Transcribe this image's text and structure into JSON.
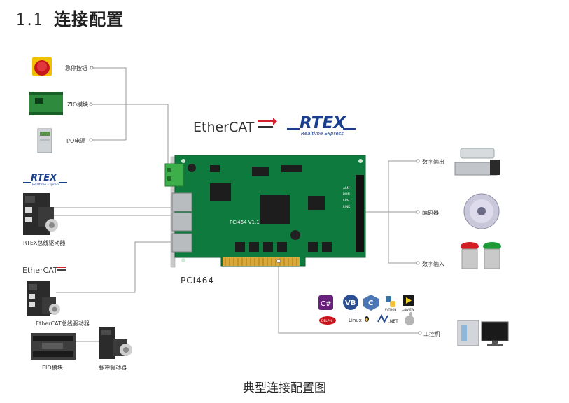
{
  "heading": {
    "number": "1.1",
    "title": "连接配置"
  },
  "caption": "典型连接配置图",
  "card": {
    "silk_label": "PCI464 V1.1",
    "name": "PCI464",
    "led_labels": [
      "ALM",
      "RUN",
      "ERR",
      "LINK"
    ]
  },
  "protocols": {
    "ethercat": "EtherCAT",
    "rtex": "RTEX",
    "rtex_sub": "Realtime Express"
  },
  "left_devices": {
    "estop": "急停按钮",
    "zio": "ZIO模块",
    "io_power": "I/O电源",
    "rtex_drive": "RTEX总线驱动器",
    "ethercat_drive": "EtherCAT总线驱动器",
    "eio": "EIO模块",
    "pulse_drive": "脉冲驱动器"
  },
  "right_devices": {
    "digital_out": "数字输出",
    "encoder": "编码器",
    "digital_in": "数字输入",
    "ipc": "工控机"
  },
  "software_icons": [
    "C#",
    "VB",
    "C++",
    "Python",
    "LabVIEW",
    "Delphi",
    "Linux",
    ".NET",
    "Apple"
  ],
  "software_text": {
    "python": "PYTHON",
    "labview": "LabVIEW",
    "delphi": "DELPHI",
    "linux": "Linux",
    "dotnet": ".NET"
  },
  "colors": {
    "pcb": "#0f7a3d",
    "line": "#9a9a9a",
    "rtex_blue": "#1b3f8f",
    "ethercat_red": "#d2202f"
  }
}
